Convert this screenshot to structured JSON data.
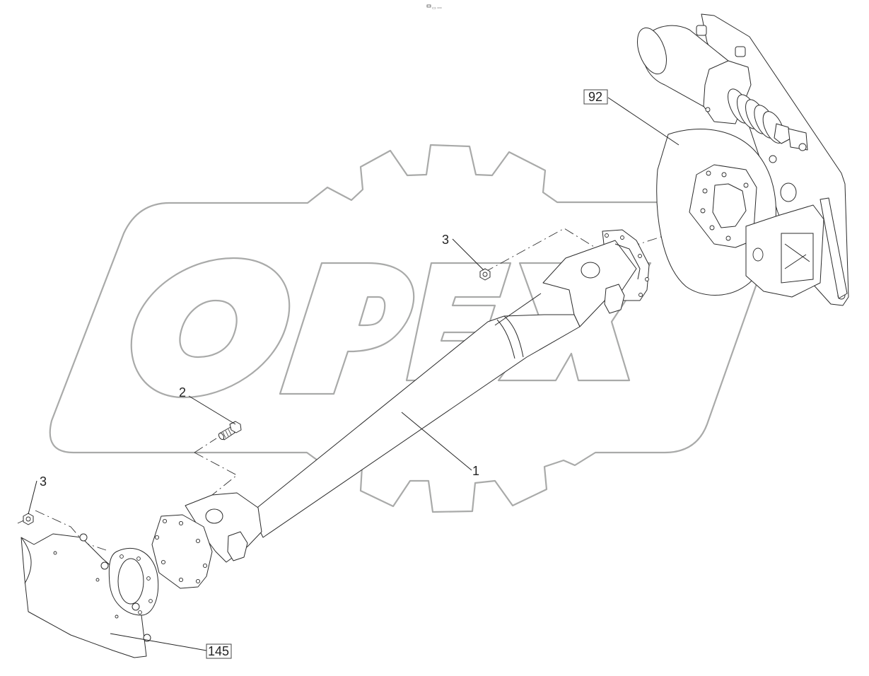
{
  "header": {
    "page_marker": "▭ ▫▫▫"
  },
  "watermark": {
    "brand": "OPEX",
    "stroke_color": "#a9aaa9"
  },
  "callouts": [
    {
      "id": "1",
      "label": "1",
      "boxed": false,
      "part": "cardan-shaft"
    },
    {
      "id": "2",
      "label": "2",
      "boxed": false,
      "part": "bolt"
    },
    {
      "id": "3a",
      "label": "3",
      "boxed": false,
      "part": "nut-upper"
    },
    {
      "id": "3b",
      "label": "3",
      "boxed": false,
      "part": "nut-lower"
    },
    {
      "id": "92",
      "label": "92",
      "boxed": true,
      "part": "gearbox-assembly"
    },
    {
      "id": "145",
      "label": "145",
      "boxed": true,
      "part": "drive-housing"
    }
  ],
  "colors": {
    "line": "#2b2b2b",
    "watermark": "#a9aaa9",
    "background": "#ffffff"
  }
}
